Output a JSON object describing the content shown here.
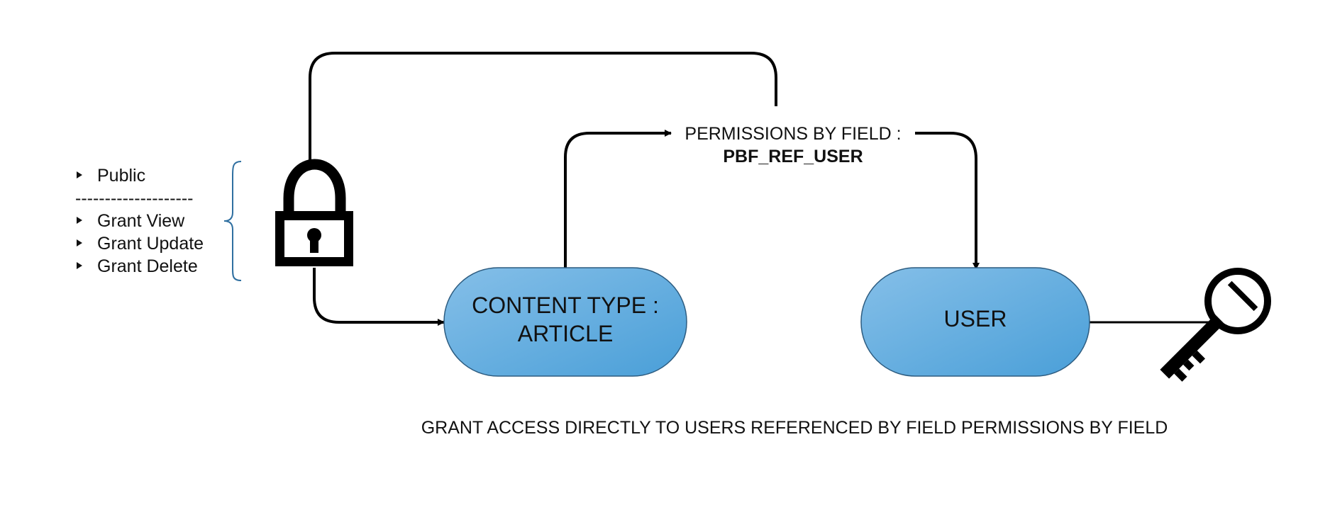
{
  "access_options": {
    "public": "Public",
    "divider": "--------------------",
    "grant_items": [
      "Grant View",
      "Grant Update",
      "Grant Delete"
    ]
  },
  "nodes": {
    "content_type": {
      "line1": "CONTENT TYPE :",
      "line2": "ARTICLE"
    },
    "user": "USER"
  },
  "permissions_label": {
    "line1": "PERMISSIONS BY FIELD :",
    "line2": "PBF_REF_USER"
  },
  "caption": "GRANT ACCESS DIRECTLY TO USERS REFERENCED BY FIELD PERMISSIONS BY FIELD",
  "colors": {
    "node_fill_light": "#85bfe8",
    "node_fill_dark": "#4a9fd8",
    "node_stroke": "#2d5c80",
    "brace": "#2f6fa0"
  },
  "icons": [
    "lock-icon",
    "key-icon"
  ]
}
